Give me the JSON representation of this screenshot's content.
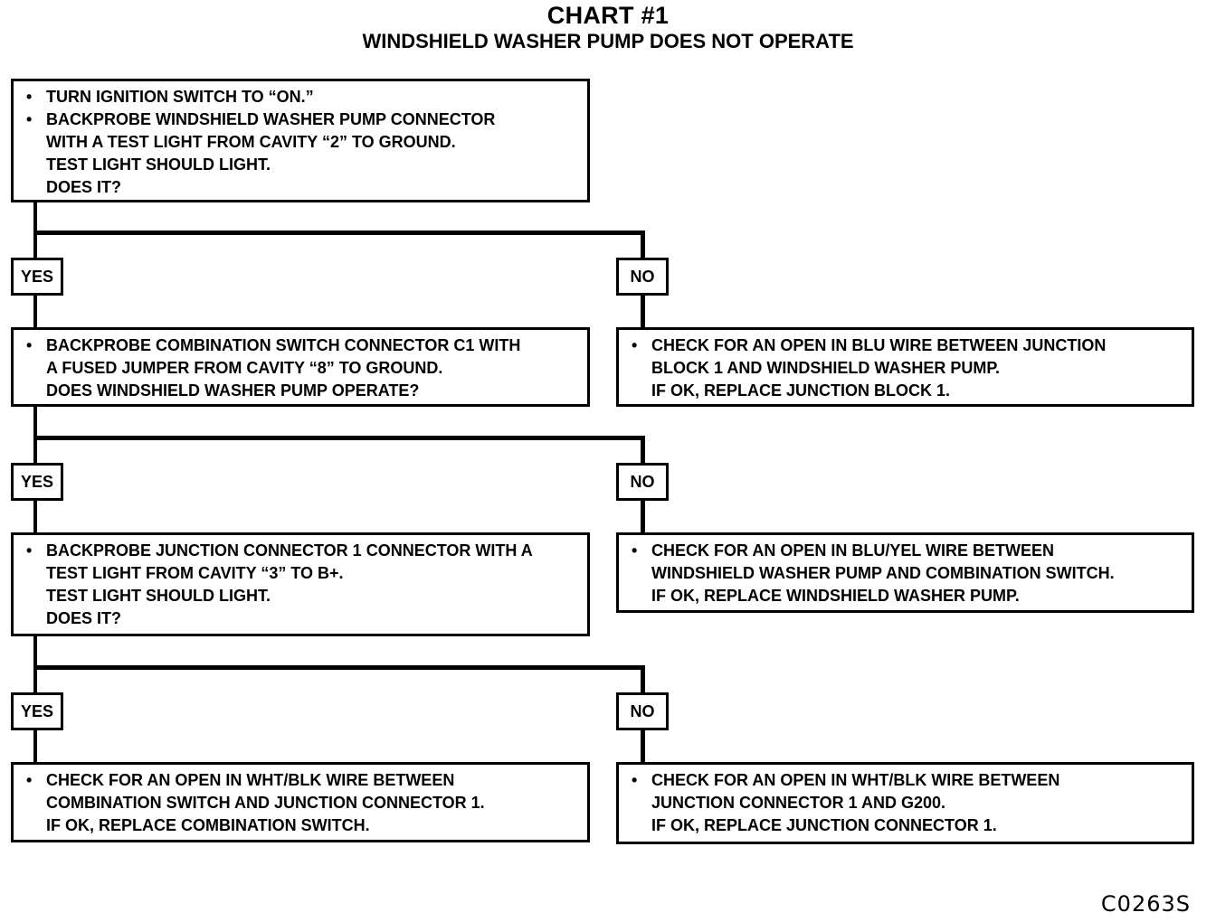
{
  "header": {
    "title": "CHART #1",
    "subtitle": "WINDSHIELD WASHER PUMP DOES NOT OPERATE"
  },
  "branch_labels": {
    "yes": "YES",
    "no": "NO"
  },
  "steps": {
    "step1": {
      "bullets": [
        [
          "TURN IGNITION SWITCH TO “ON.”"
        ],
        [
          "BACKPROBE WINDSHIELD WASHER PUMP CONNECTOR",
          "WITH A TEST LIGHT FROM CAVITY “2” TO GROUND.",
          "TEST LIGHT SHOULD LIGHT.",
          "DOES IT?"
        ]
      ]
    },
    "step2_yes": {
      "bullets": [
        [
          "BACKPROBE COMBINATION SWITCH CONNECTOR C1 WITH",
          "A FUSED JUMPER FROM CAVITY “8” TO GROUND.",
          "DOES WINDSHIELD WASHER PUMP OPERATE?"
        ]
      ]
    },
    "step2_no": {
      "bullets": [
        [
          "CHECK FOR AN OPEN IN BLU WIRE BETWEEN JUNCTION",
          "BLOCK 1 AND WINDSHIELD WASHER PUMP.",
          "IF OK, REPLACE JUNCTION BLOCK 1."
        ]
      ]
    },
    "step3_yes": {
      "bullets": [
        [
          "BACKPROBE JUNCTION CONNECTOR 1 CONNECTOR WITH A",
          "TEST LIGHT FROM CAVITY “3” TO B+.",
          "TEST LIGHT SHOULD LIGHT.",
          "DOES IT?"
        ]
      ]
    },
    "step3_no": {
      "bullets": [
        [
          "CHECK FOR AN OPEN IN BLU/YEL WIRE BETWEEN",
          "WINDSHIELD WASHER PUMP AND COMBINATION SWITCH.",
          "IF OK, REPLACE WINDSHIELD WASHER PUMP."
        ]
      ]
    },
    "step4_yes": {
      "bullets": [
        [
          "CHECK FOR AN OPEN IN WHT/BLK WIRE BETWEEN",
          "COMBINATION SWITCH AND JUNCTION CONNECTOR 1.",
          "IF OK, REPLACE COMBINATION SWITCH."
        ]
      ]
    },
    "step4_no": {
      "bullets": [
        [
          "CHECK FOR AN OPEN IN WHT/BLK WIRE BETWEEN",
          "JUNCTION CONNECTOR 1 AND G200.",
          "IF OK, REPLACE JUNCTION CONNECTOR 1."
        ]
      ]
    }
  },
  "figure_code": "C0263S"
}
